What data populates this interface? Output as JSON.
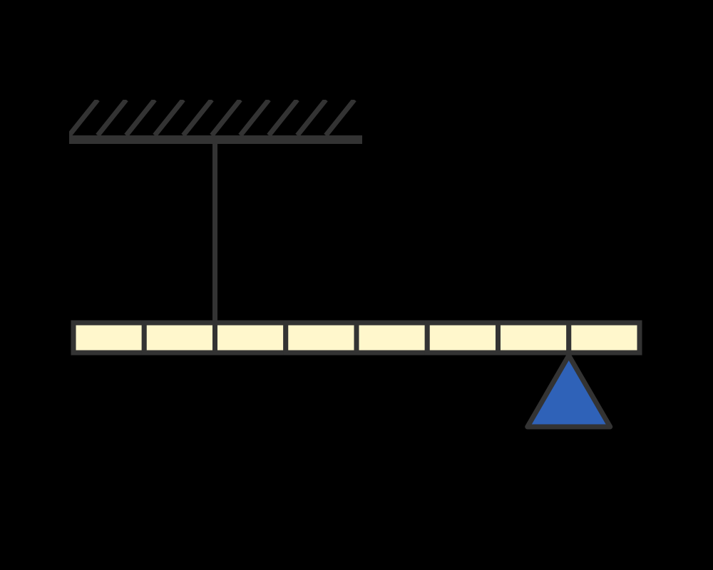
{
  "diagram": {
    "beam": {
      "segments": 8,
      "fill_color": "#fff7cc",
      "stroke_color": "#333333"
    },
    "ceiling_support": {
      "hatch_count": 10,
      "color": "#333333"
    },
    "hanging_rod": {
      "attached_at_segment_boundary": 2,
      "color": "#333333"
    },
    "pivot_support": {
      "shape": "triangle",
      "at_segment_boundary": 7,
      "fill_color": "#2f62b8",
      "stroke_color": "#333333"
    },
    "background_color": "#000000"
  }
}
